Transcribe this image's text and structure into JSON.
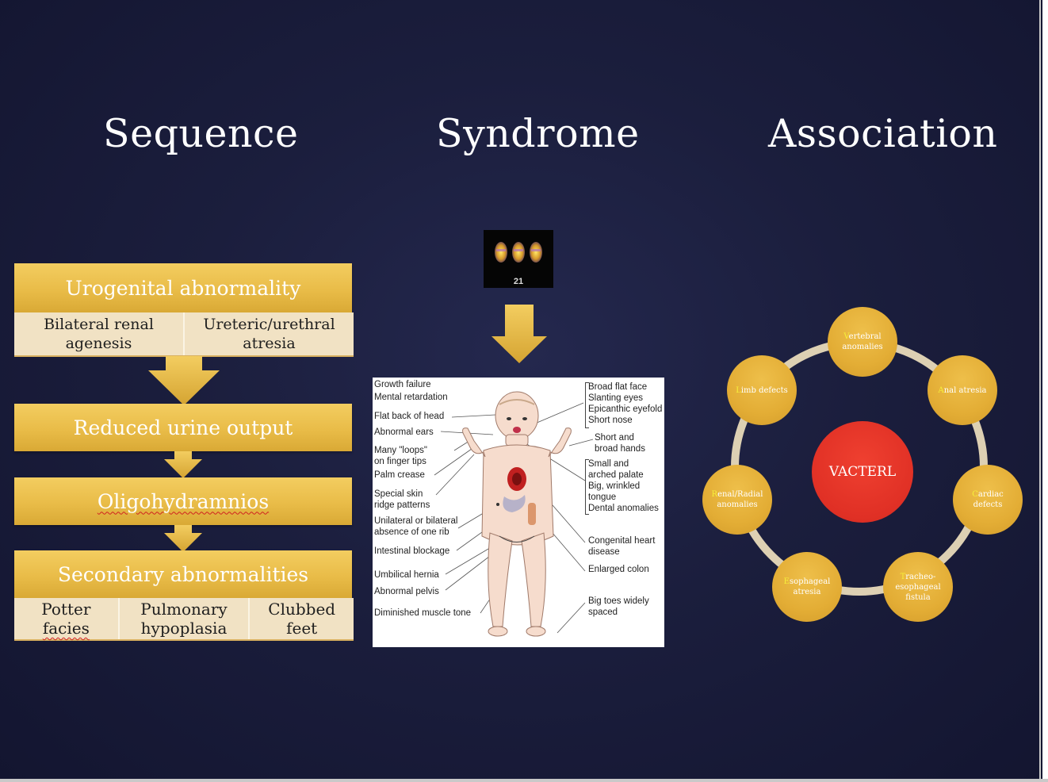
{
  "headings": {
    "sequence": "Sequence",
    "syndrome": "Syndrome",
    "association": "Association"
  },
  "sequence": {
    "step1": {
      "title": "Urogenital abnormality",
      "items": [
        "Bilateral renal agenesis",
        "Ureteric/urethral atresia"
      ]
    },
    "step2": {
      "title": "Reduced urine output"
    },
    "step3": {
      "title": "Oligohydramnios"
    },
    "step4": {
      "title": "Secondary abnormalities",
      "items": [
        "Potter facies",
        "Pulmonary hypoplasia",
        "Clubbed feet"
      ]
    }
  },
  "syndrome": {
    "karyotype_label": "21",
    "left_labels": [
      "Growth failure",
      "Mental retardation",
      "Flat back of head",
      "Abnormal ears",
      "Many \"loops\"",
      "on finger tips",
      "Palm crease",
      "Special skin",
      "ridge patterns",
      "Unilateral or bilateral",
      "absence of one rib",
      "Intestinal blockage",
      "Umbilical hernia",
      "Abnormal pelvis",
      "Diminished muscle tone"
    ],
    "right_labels": [
      "Broad flat face",
      "Slanting eyes",
      "Epicanthic eyefold",
      "Short nose",
      "Short and",
      "broad hands",
      "Small and",
      "arched palate",
      "Big, wrinkled",
      "tongue",
      "Dental anomalies",
      "Congenital heart",
      "disease",
      "Enlarged colon",
      "Big toes widely",
      "spaced"
    ]
  },
  "association": {
    "center": "VACTERL",
    "items": [
      {
        "initial": "V",
        "rest": "ertebral anomalies"
      },
      {
        "initial": "A",
        "rest": "nal atresia"
      },
      {
        "initial": "C",
        "rest": "ardiac defects"
      },
      {
        "initial": "T",
        "rest": "racheo-esophageal fistula"
      },
      {
        "initial": "E",
        "rest": "sophageal atresia"
      },
      {
        "initial": "R",
        "rest": "enal/Radial anomalies"
      },
      {
        "initial": "L",
        "rest": "imb defects"
      }
    ]
  },
  "colors": {
    "gold": "#e9bc48",
    "cream": "#f1e2c4",
    "red_center": "#e03025",
    "ring": "#ddd0b3",
    "background": "#1b1e3d"
  }
}
